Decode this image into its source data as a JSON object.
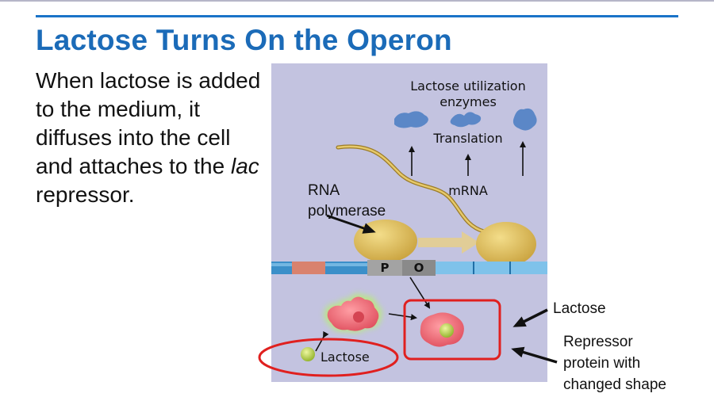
{
  "slide": {
    "title": "Lactose Turns On the Operon",
    "body_text": {
      "part1": "When lactose is added to the medium, it diffuses into the cell and attaches to the ",
      "italic": "lac",
      "part2": " repressor."
    }
  },
  "figure": {
    "enzymes_label_line1": "Lactose utilization",
    "enzymes_label_line2": "enzymes",
    "translation_label": "Translation",
    "mrna_label": "mRNA",
    "rna_polymerase_line1": "RNA",
    "rna_polymerase_line2": "polymerase",
    "promoter_label": "P",
    "operator_label": "O",
    "lactose_inner_label": "Lactose",
    "colors": {
      "panel_bg": "#c3c3e0",
      "enzyme_blue": "#5b87c7",
      "polymerase_gold": "#d9b655",
      "mrna_gold": "#c9a646",
      "repressor_pink": "#e96a76",
      "highlight_red": "#e0201f",
      "lactose_green": "#a8c93a",
      "dna_blue": "#3b8fc9"
    }
  },
  "annotations": {
    "lactose_label": "Lactose",
    "repressor_line1": "Repressor",
    "repressor_line2": "protein with",
    "repressor_line3": "changed shape"
  }
}
